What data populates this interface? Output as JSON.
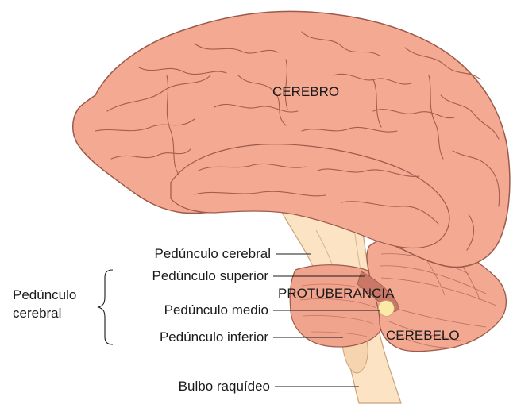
{
  "diagram": {
    "structures": {
      "cerebro": "CEREBRO",
      "protuberancia": "PROTUBERANCIA",
      "cerebelo": "CEREBELO"
    },
    "callouts": {
      "pedunculo_cerebral": "Pedúnculo cerebral",
      "pedunculo_superior": "Pedúnculo superior",
      "pedunculo_medio": "Pedúnculo medio",
      "pedunculo_inferior": "Pedúnculo inferior",
      "bulbo_raquideo": "Bulbo raquídeo"
    },
    "group_label": {
      "line1": "Pedúnculo",
      "line2": "cerebral"
    },
    "colors": {
      "cerebrum_fill": "#f4a992",
      "cerebrum_stroke": "#9c5a4a",
      "gyri_stroke": "#a35e4e",
      "brainstem_fill": "#fbe3c4",
      "brainstem_stroke": "#c9a27a",
      "cerebellum_fill": "#f2a891",
      "pons_fill": "#f0a48d",
      "peduncle_dark": "#c97766",
      "label_text": "#1a1a1a",
      "leader_line": "#1a1a1a"
    }
  }
}
